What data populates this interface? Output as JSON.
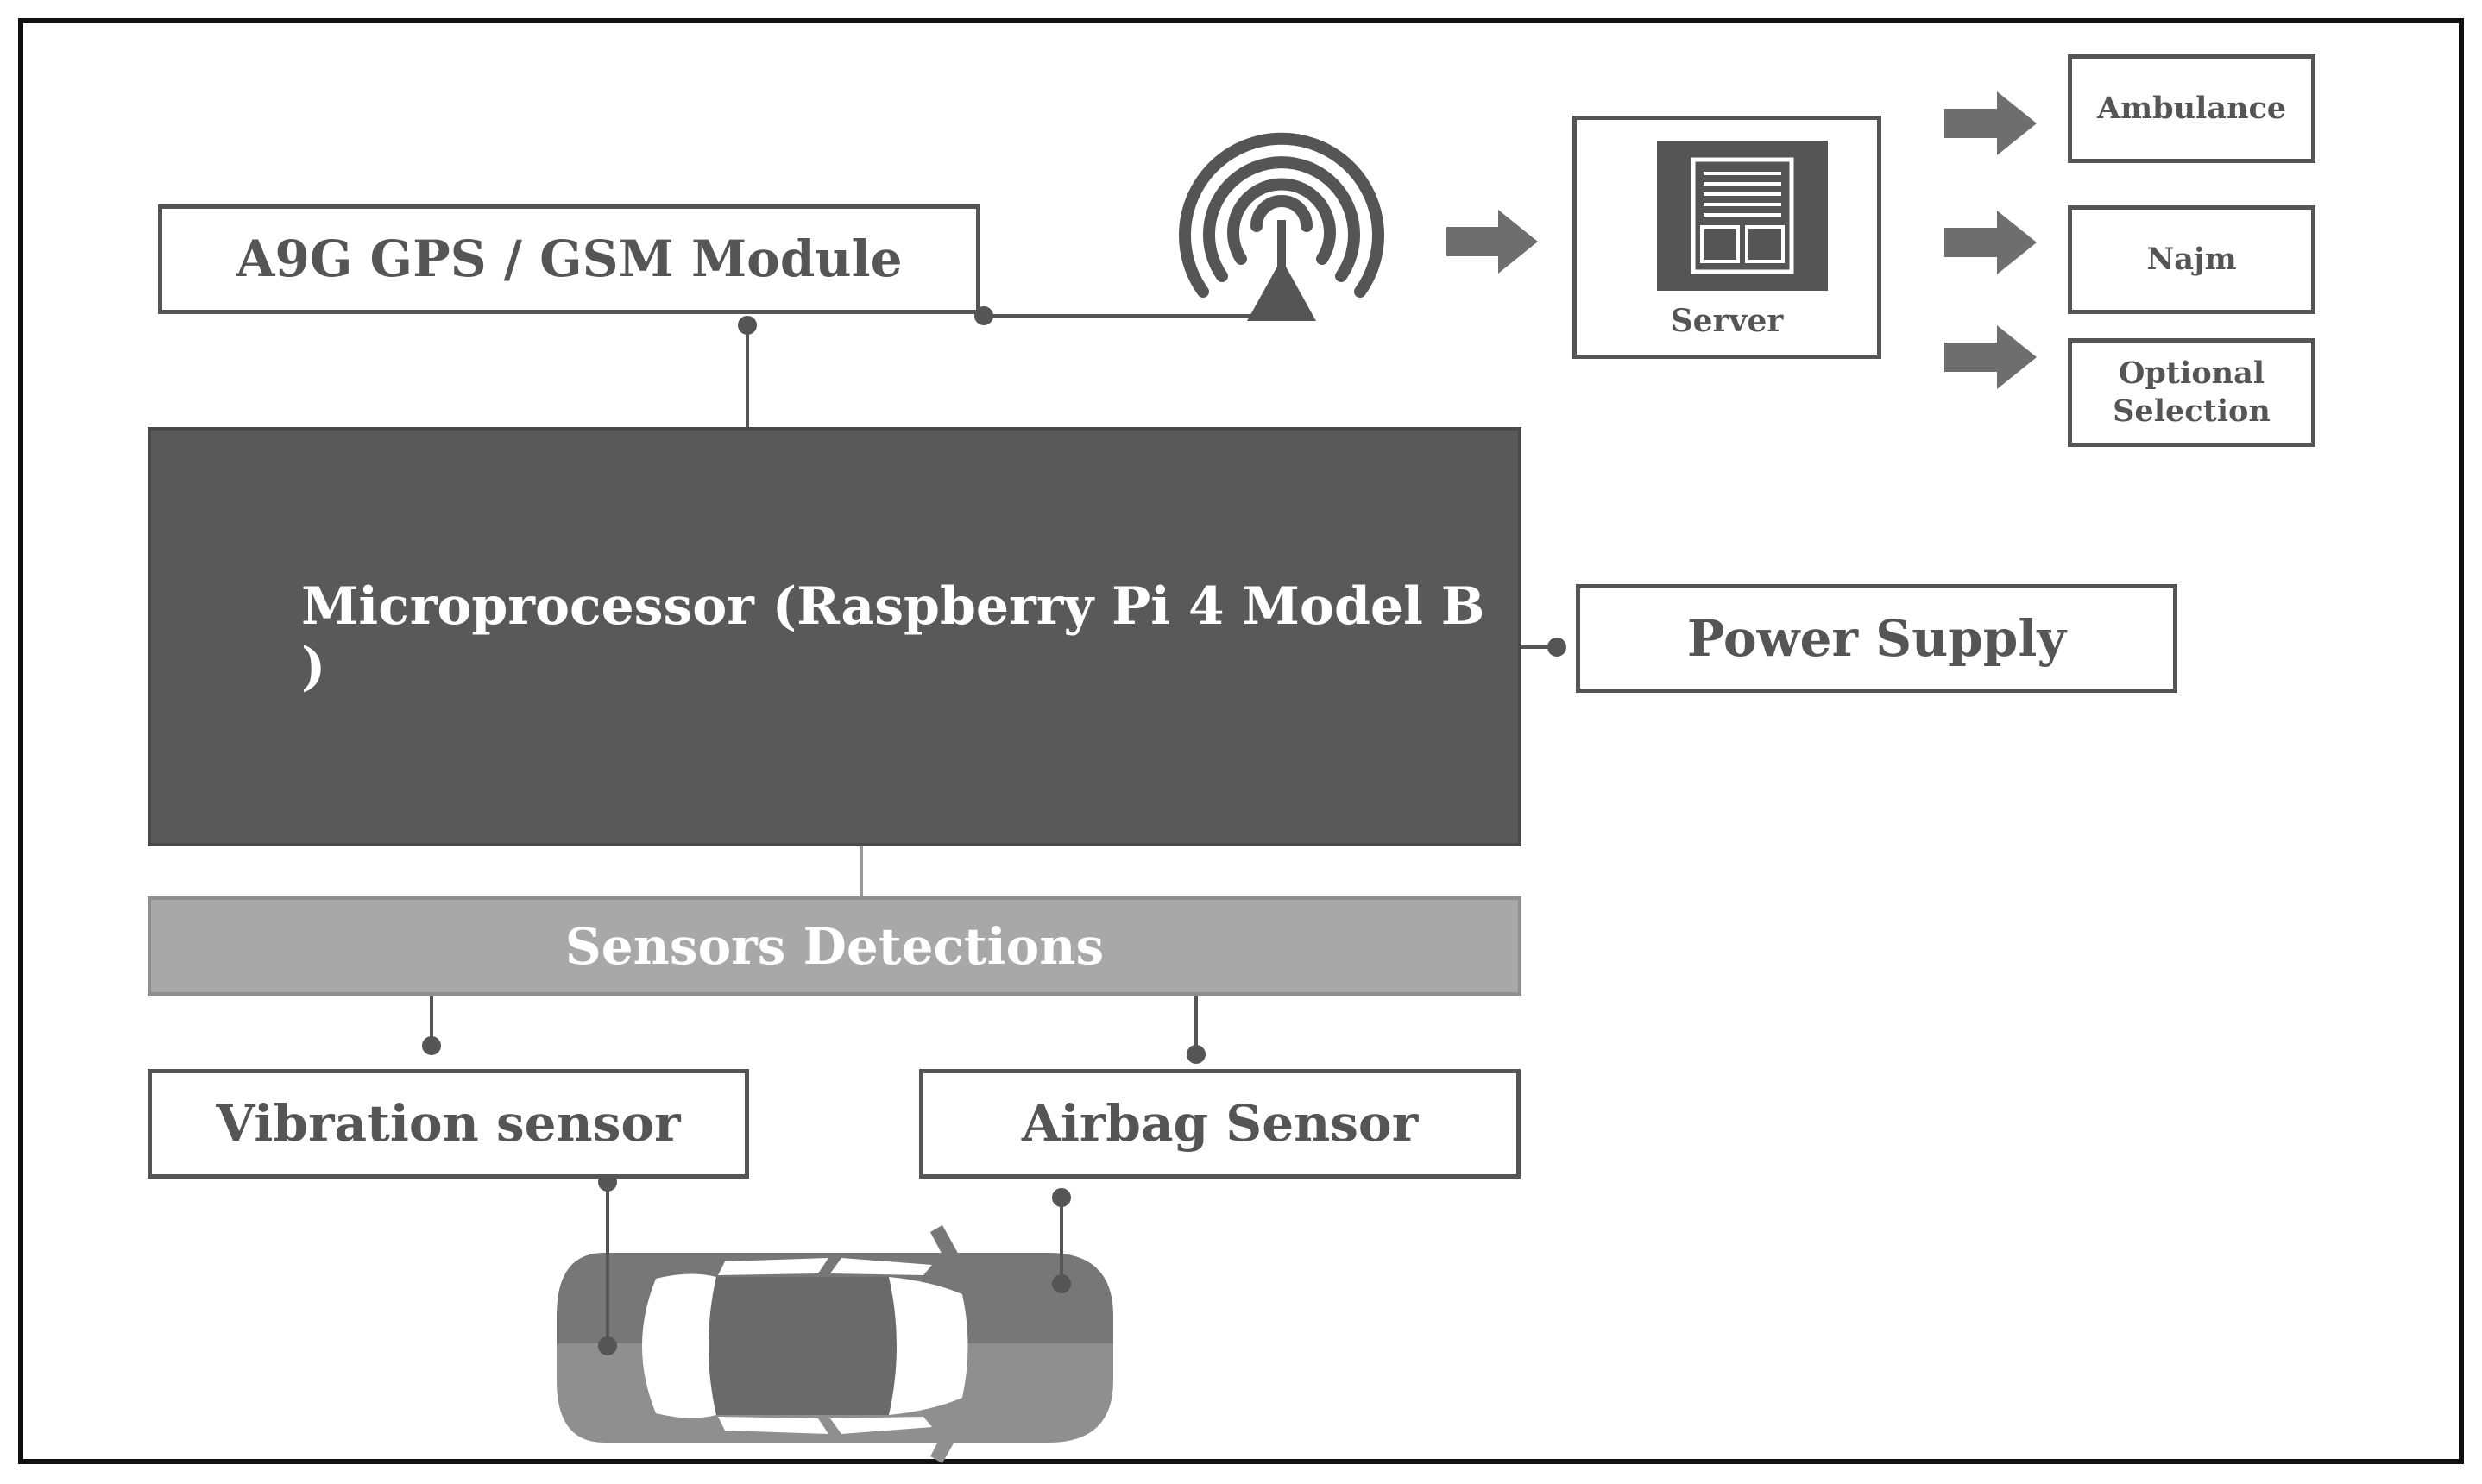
{
  "diagram": {
    "gps_module": "A9G GPS / GSM Module",
    "microprocessor": "Microprocessor (Raspberry Pi 4 Model B )",
    "power_supply": "Power Supply",
    "sensors_detections": "Sensors Detections",
    "vibration_sensor": "Vibration sensor",
    "airbag_sensor": "Airbag Sensor",
    "server": "Server",
    "destinations": {
      "ambulance": "Ambulance",
      "najm": "Najm",
      "optional_line1": "Optional",
      "optional_line2": "Selection"
    }
  },
  "colors": {
    "dark_block": "#595959",
    "sensor_bar": "#a8a8a8",
    "outline": "#555555",
    "frame": "#111111"
  },
  "icons": {
    "antenna": "wifi-antenna-icon",
    "server": "server-document-icon",
    "arrow": "right-arrow-icon",
    "car": "car-topview-icon"
  }
}
